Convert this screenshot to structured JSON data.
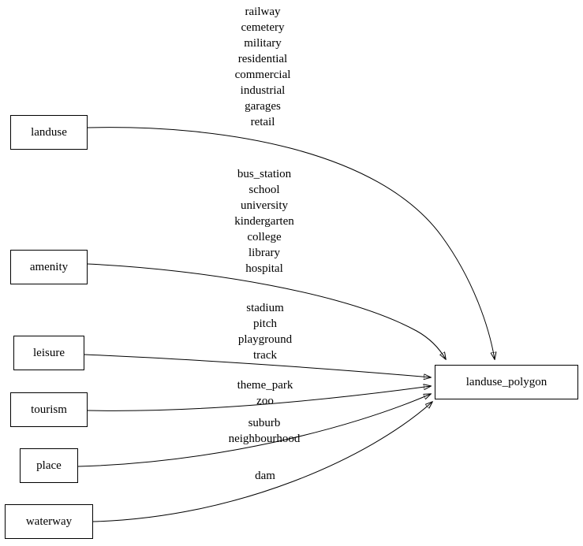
{
  "diagram": {
    "nodes": {
      "landuse": {
        "label": "landuse"
      },
      "amenity": {
        "label": "amenity"
      },
      "leisure": {
        "label": "leisure"
      },
      "tourism": {
        "label": "tourism"
      },
      "place": {
        "label": "place"
      },
      "waterway": {
        "label": "waterway"
      },
      "landuse_polygon": {
        "label": "landuse_polygon"
      }
    },
    "edge_labels": {
      "landuse": "railway\ncemetery\nmilitary\nresidential\ncommercial\nindustrial\ngarages\nretail",
      "amenity": "bus_station\nschool\nuniversity\nkindergarten\ncollege\nlibrary\nhospital",
      "leisure": "stadium\npitch\nplayground\ntrack",
      "tourism": "theme_park\nzoo",
      "place": "suburb\nneighbourhood",
      "waterway": "dam"
    },
    "colors": {
      "stroke": "#000000",
      "background": "#ffffff"
    }
  }
}
